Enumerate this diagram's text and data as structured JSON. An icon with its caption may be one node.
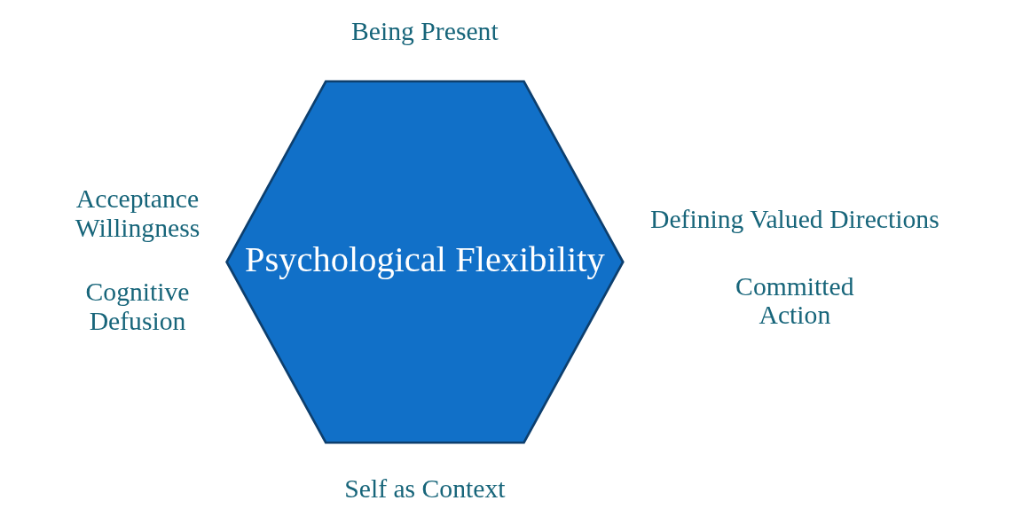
{
  "diagram": {
    "nodes": [
      {
        "text": [
          "Psychological Flexibility"
        ]
      }
    ],
    "labels": [
      "Being Present",
      "Acceptance Willingness",
      "Defining Valued Directions",
      "Cognitive Defusion",
      "Committed Action",
      "Self as Context"
    ]
  }
}
